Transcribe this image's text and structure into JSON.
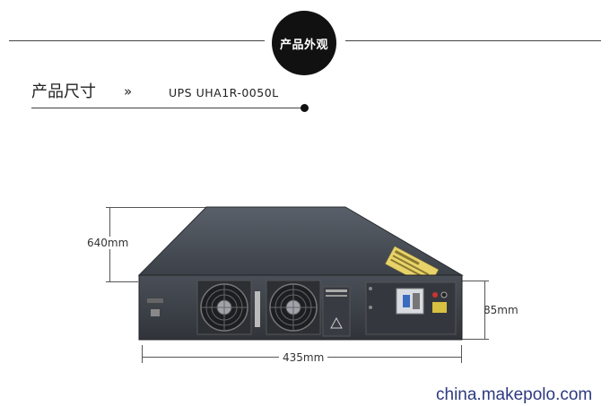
{
  "header": {
    "badge_text": "产品外观"
  },
  "size_section": {
    "title": "产品尺寸",
    "chevron": "»",
    "model": "UPS UHA1R-0050L"
  },
  "dimensions": {
    "depth": "640mm",
    "height": "85mm",
    "width": "435mm"
  },
  "watermark": "china.makepolo.com",
  "colors": {
    "device_top": "#4a4f57",
    "device_front": "#3f444b",
    "badge": "#111111",
    "watermark": "#2d3a80"
  },
  "icons": [
    "fan-icon",
    "fan-icon",
    "warning-label-icon"
  ]
}
